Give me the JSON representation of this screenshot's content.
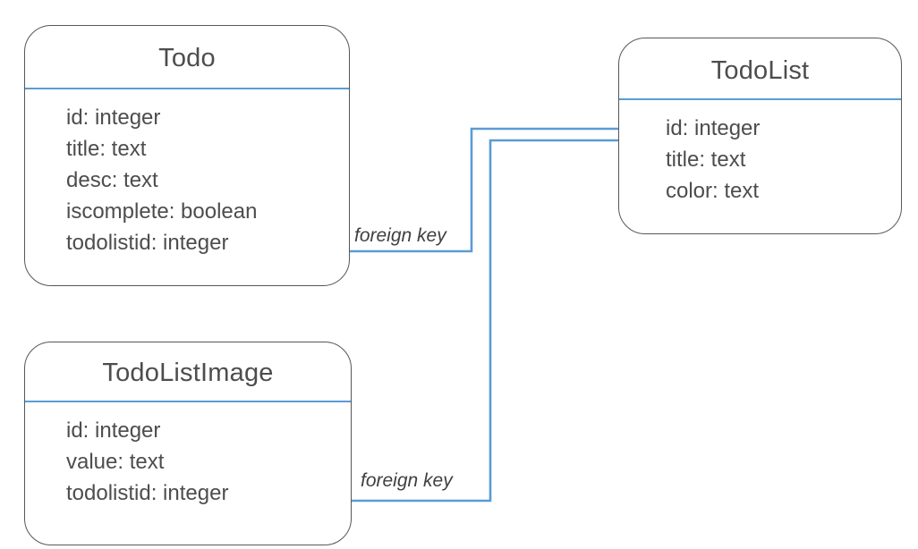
{
  "diagram": {
    "type": "entity-relationship-diagram",
    "background_color": "#ffffff",
    "entity_border_color": "#575757",
    "divider_color": "#5b9bd5",
    "connector_color": "#5b9bd5",
    "text_color": "#4d4d4d",
    "entities": [
      {
        "id": "todo",
        "name": "Todo",
        "fields": [
          "id: integer",
          "title: text",
          "desc: text",
          "iscomplete: boolean",
          "todolistid: integer"
        ]
      },
      {
        "id": "todolist",
        "name": "TodoList",
        "fields": [
          "id: integer",
          "title: text",
          "color: text"
        ]
      },
      {
        "id": "todolistimage",
        "name": "TodoListImage",
        "fields": [
          "id: integer",
          "value: text",
          "todolistid: integer"
        ]
      }
    ],
    "relationships": [
      {
        "id": "todo-to-todolist",
        "label": "foreign key",
        "from_entity": "Todo",
        "from_field": "todolistid: integer",
        "to_entity": "TodoList",
        "to_field": "id: integer"
      },
      {
        "id": "todolistimage-to-todolist",
        "label": "foreign key",
        "from_entity": "TodoListImage",
        "from_field": "todolistid: integer",
        "to_entity": "TodoList",
        "to_field": "id: integer"
      }
    ]
  }
}
